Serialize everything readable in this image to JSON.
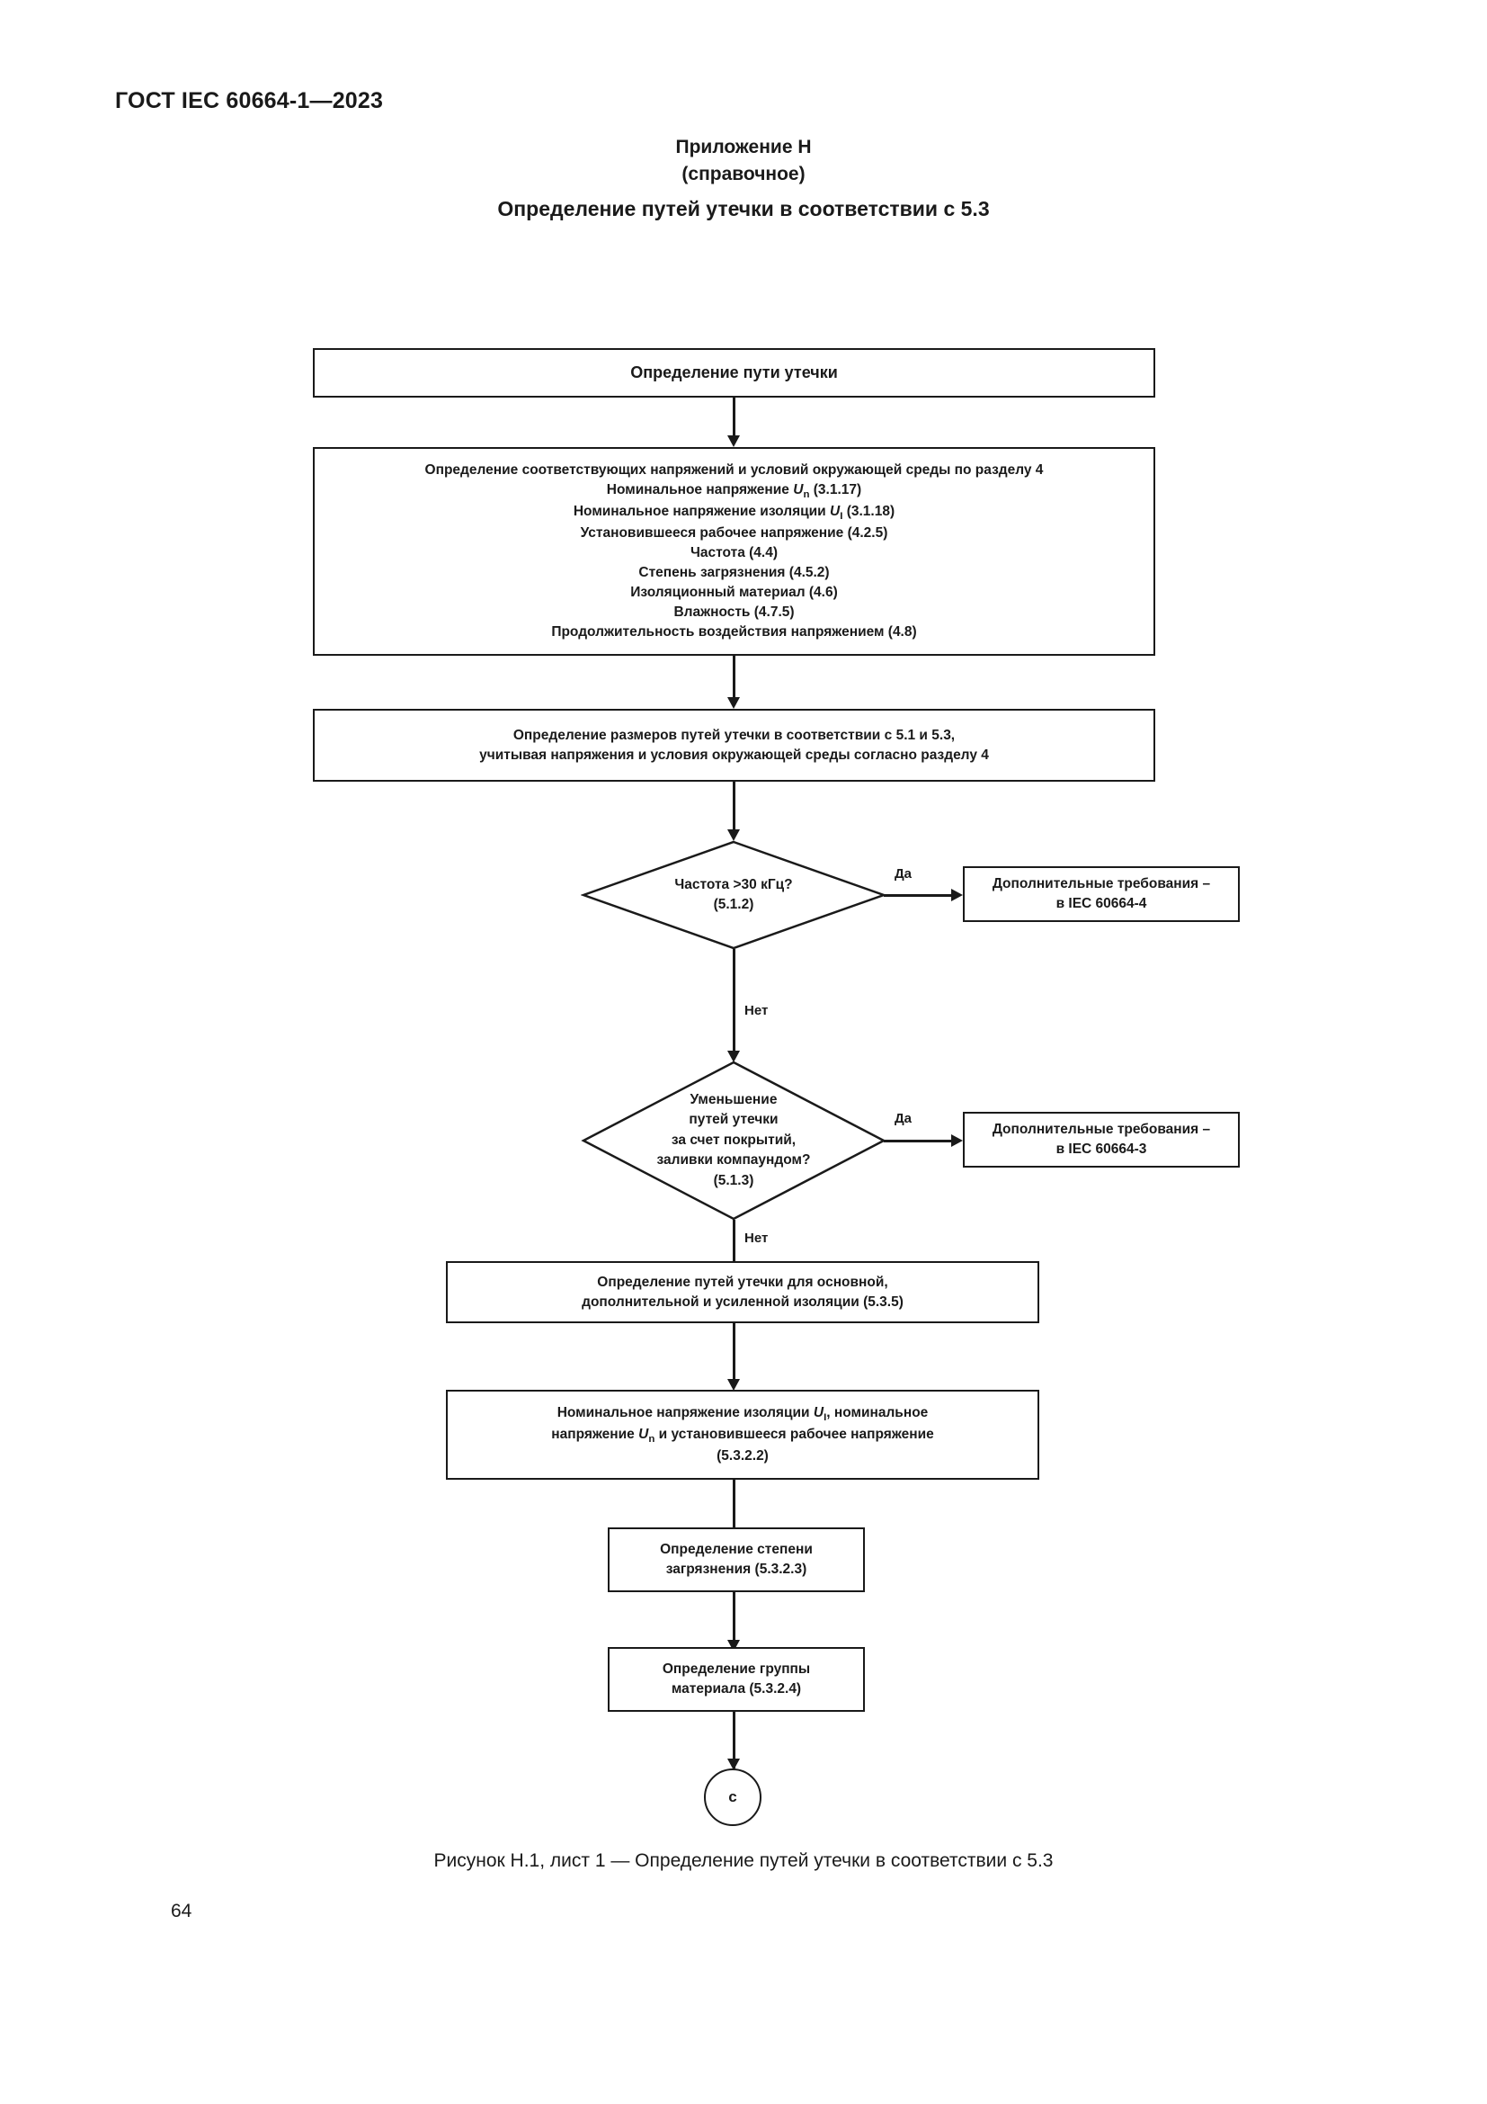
{
  "document": {
    "header": "ГОСТ IEC 60664-1—2023",
    "page_number": "64"
  },
  "annex": {
    "title": "Приложение Н",
    "status": "(справочное)",
    "subject": "Определение путей утечки в соответствии с 5.3"
  },
  "figure": {
    "caption": "Рисунок Н.1, лист 1 — Определение путей утечки в соответствии с 5.3"
  },
  "flowchart": {
    "type": "flowchart",
    "nodes": {
      "start": {
        "shape": "process",
        "lines": [
          "Определение пути утечки"
        ]
      },
      "inputs": {
        "shape": "process",
        "lines": [
          "Определение соответствующих напряжений и условий окружающей среды по разделу 4",
          "Номинальное напряжение U<sub>n</sub> (3.1.17)",
          "Номинальное напряжение изоляции U<sub>I</sub> (3.1.18)",
          "Установившееся рабочее напряжение (4.2.5)",
          "Частота (4.4)",
          "Степень загрязнения (4.5.2)",
          "Изоляционный материал (4.6)",
          "Влажность (4.7.5)",
          "Продолжительность воздействия напряжением (4.8)"
        ]
      },
      "sizing": {
        "shape": "process",
        "lines": [
          "Определение размеров путей утечки в соответствии с 5.1 и 5.3,",
          "учитывая напряжения и условия окружающей среды согласно разделу 4"
        ]
      },
      "freq_decision": {
        "shape": "decision",
        "lines": [
          "Частота >30 кГц?",
          "(5.1.2)"
        ]
      },
      "freq_yes_box": {
        "shape": "process",
        "lines": [
          "Дополнительные требования –",
          "в IEC 60664-4"
        ]
      },
      "coating_decision": {
        "shape": "decision",
        "lines": [
          "Уменьшение",
          "путей утечки",
          "за счет покрытий,",
          "заливки компаундом?",
          "(5.1.3)"
        ]
      },
      "coating_yes_box": {
        "shape": "process",
        "lines": [
          "Дополнительные требования –",
          "в IEC 60664-3"
        ]
      },
      "insulation": {
        "shape": "process",
        "lines": [
          "Определение   путей утечки для основной,",
          "дополнительной и усиленной изоляции (5.3.5)"
        ]
      },
      "voltages": {
        "shape": "process",
        "lines": [
          "Номинальное напряжение изоляции U<sub>I</sub>, номинальное",
          "напряжение U<sub>n</sub> и установившееся рабочее напряжение",
          "(5.3.2.2)"
        ]
      },
      "pollution": {
        "shape": "process",
        "lines": [
          "Определение степени",
          "загрязнения (5.3.2.3)"
        ]
      },
      "material_group": {
        "shape": "process",
        "lines": [
          "Определение группы",
          "материала (5.3.2.4)"
        ]
      },
      "connector_c": {
        "shape": "connector",
        "lines": [
          "с"
        ]
      }
    },
    "edge_labels": {
      "freq_yes": "Да",
      "freq_no": "Нет",
      "coating_yes": "Да",
      "coating_no": "Нет"
    }
  }
}
